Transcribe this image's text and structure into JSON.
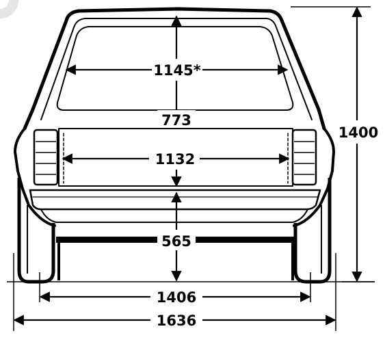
{
  "drawing": {
    "subject": "car-rear-view",
    "line_color": "#000000",
    "background": "#ffffff"
  },
  "dimensions": {
    "window_width": "1145*",
    "rear_gap": "773",
    "tailgate_width": "1132",
    "ground_clearance": "565",
    "height": "1400",
    "track_width": "1406",
    "overall_width": "1636"
  }
}
